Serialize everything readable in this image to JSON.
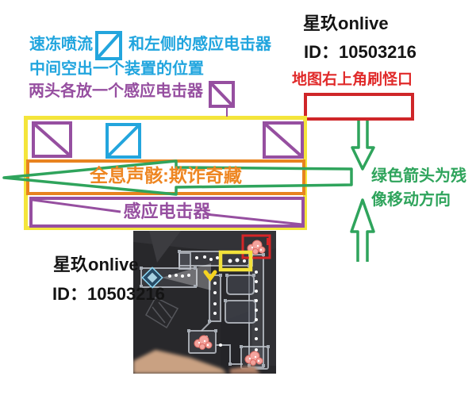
{
  "notes": {
    "line1_prefix": "速冻喷流",
    "line1_suffix": "和左侧的感应电击器",
    "line2": "中间空出一个装置的位置",
    "line3": "两头各放一个感应电击器",
    "spawn_note": "地图右上角刷怪口",
    "green_note_line1": "绿色箭头为残",
    "green_note_line2": "像移动方向"
  },
  "diagram": {
    "holo_label": "全息声骸:欺诈奇藏",
    "shocker_label": "感应电击器"
  },
  "watermarks": {
    "top": {
      "name": "星玖onlive",
      "id": "ID：10503216"
    },
    "bottom": {
      "name": "星玖onlive",
      "id": "ID：10503216"
    }
  },
  "icons": {
    "frost_jet": "frost-jet-box-icon (blue square, diagonal bottom-left to top-right)",
    "shock_device": "shock-device-box-icon (purple square, diagonal top-left to bottom-right)",
    "left_arrow": "green-left-arrow-icon",
    "down_arrow": "green-down-arrow-icon",
    "up_arrow": "green-up-arrow-icon",
    "player_marker": "yellow-chevron-player-marker-icon",
    "waypoint": "blue-diamond-waypoint-icon",
    "enemy_cluster": "pink-enemy-cluster-icon"
  },
  "colors": {
    "blue": "#21a5de",
    "purple": "#964fa0",
    "yellow": "#f4e53b",
    "orange": "#e8831f",
    "green": "#2fa45c",
    "red": "#cf2629",
    "black": "#141414",
    "photo_bg": "#28282b",
    "finger_tan": "#c9a182"
  }
}
